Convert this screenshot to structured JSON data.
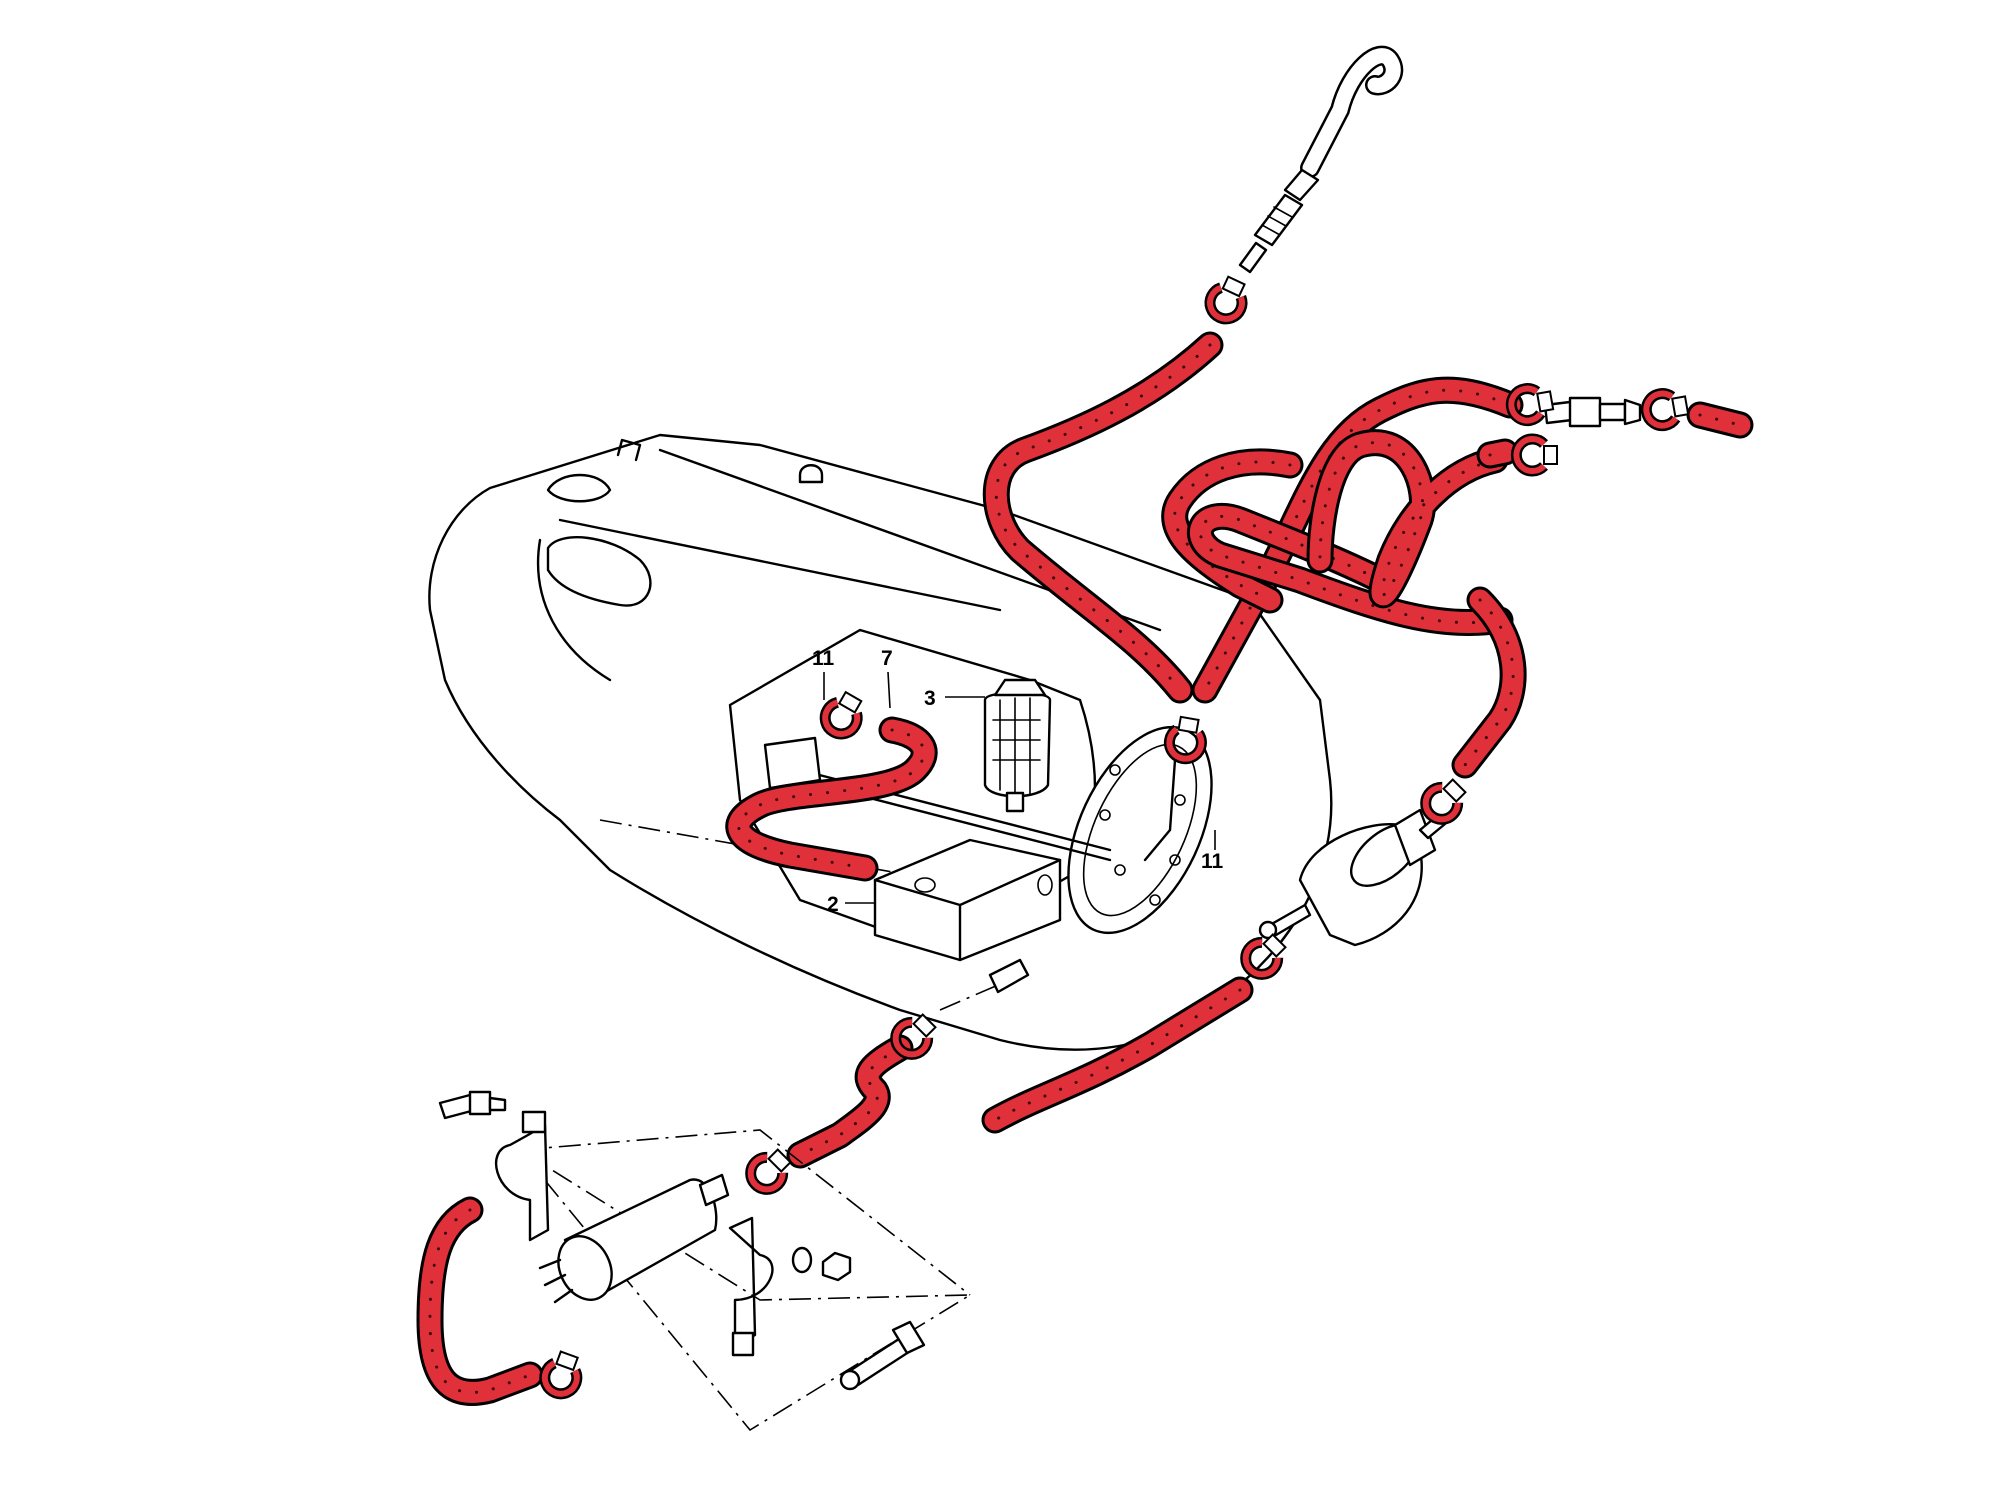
{
  "diagram": {
    "colors": {
      "hose": "#e0303a",
      "line": "#000000",
      "background": "#ffffff"
    },
    "callouts": [
      {
        "id": "c11a",
        "text": "11"
      },
      {
        "id": "c7",
        "text": "7"
      },
      {
        "id": "c3",
        "text": "3"
      },
      {
        "id": "c2",
        "text": "2"
      },
      {
        "id": "c11b",
        "text": "11"
      }
    ]
  }
}
